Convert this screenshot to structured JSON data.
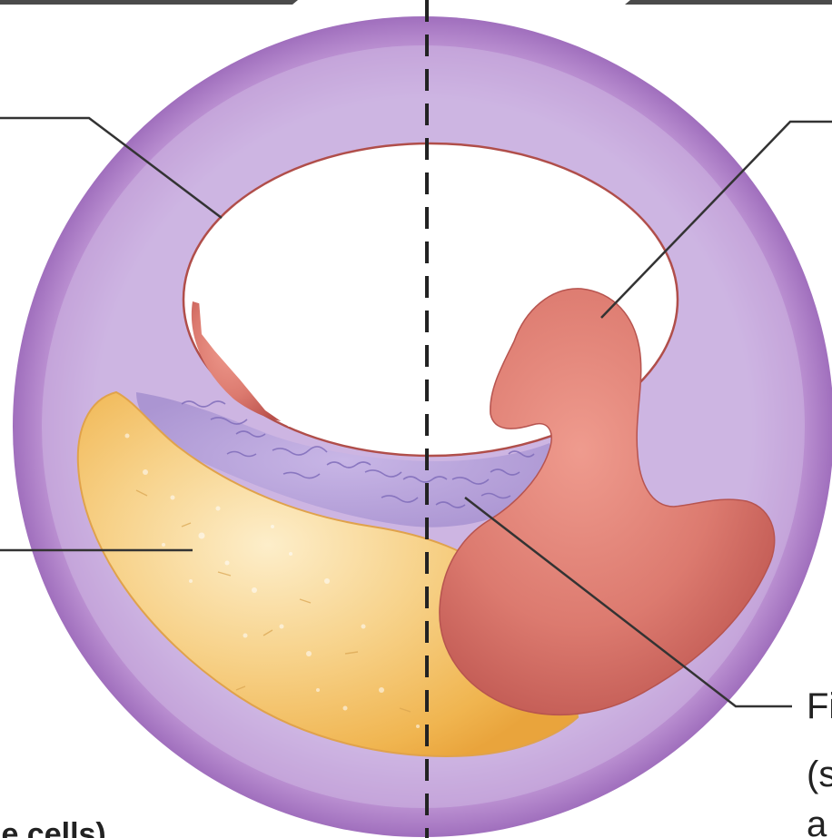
{
  "labels": {
    "right_bottom_line1": "Fi",
    "right_bottom_line2": "(s",
    "right_bottom_line3": "a",
    "bottom_left_partial": "le cells)"
  },
  "colors": {
    "outer_ring": "#c49ad6",
    "inner_disc": "#c7aedf",
    "cavity": "#ffffff",
    "adipose": "#f2b957",
    "red_body": "#d96e68",
    "fibrous_tissue": "#bca9de",
    "leader_line": "#333333",
    "midline": "#222222"
  }
}
